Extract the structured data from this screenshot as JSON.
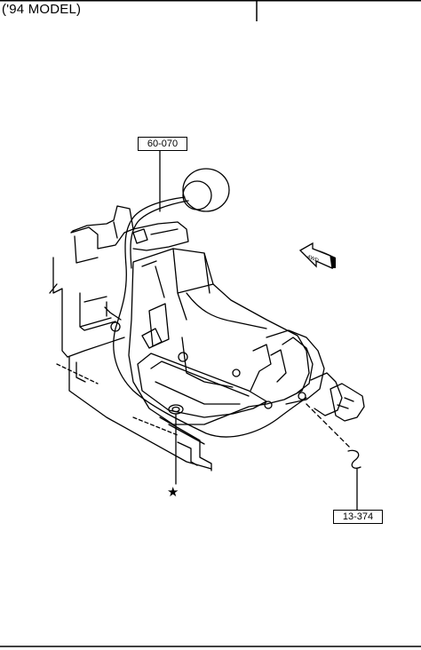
{
  "page": {
    "title": "('94 MODEL)"
  },
  "diagram": {
    "callouts": [
      {
        "id": "top",
        "label": "60-070"
      },
      {
        "id": "bottom",
        "label": "13-374"
      }
    ],
    "direction_arrow": {
      "label": "4WD"
    },
    "star_marker": "★"
  },
  "colors": {
    "line": "#000000",
    "background": "#ffffff"
  }
}
